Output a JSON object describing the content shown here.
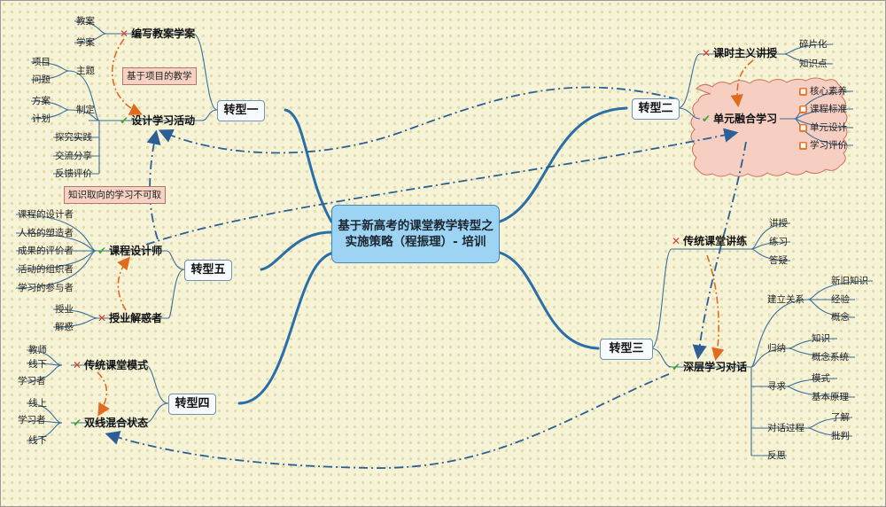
{
  "center": {
    "title": "基于新高考的课堂教学转型之实施策略（程振理）- 培训"
  },
  "colors": {
    "branch": "#2b6fa8",
    "dashed_link": "#2b5f95",
    "orange_link": "#e06a1e",
    "cross": "#e23a2e",
    "check": "#3aa63a",
    "cloud": "#f7cfc2"
  },
  "icons": {
    "cross": "cross-icon",
    "check": "check-icon",
    "number_badge": "number-badge-icon"
  },
  "t1": {
    "label": "转型一",
    "old": {
      "label": "编写教案学案",
      "items": [
        "教案",
        "学案"
      ]
    },
    "new": {
      "label": "设计学习活动",
      "callout": "基于项目的教学",
      "groups": [
        {
          "label": "主题",
          "items": [
            "项目",
            "问题"
          ]
        },
        {
          "label": "制定",
          "items": [
            "方案",
            "计划"
          ]
        }
      ],
      "items": [
        "探究实践",
        "交流分享",
        "反馈评价"
      ]
    }
  },
  "t2": {
    "label": "转型二",
    "old": {
      "label": "课时主义讲授",
      "items": [
        "碎片化",
        "知识点"
      ]
    },
    "new": {
      "label": "单元融合学习",
      "items": [
        "核心素养",
        "课程标准",
        "单元设计",
        "学习评价"
      ]
    }
  },
  "t3": {
    "label": "转型三",
    "old": {
      "label": "传统课堂讲练",
      "items": [
        "讲授",
        "练习",
        "答疑"
      ]
    },
    "new": {
      "label": "深层学习对话",
      "groups": [
        {
          "label": "建立关系",
          "items": [
            "新旧知识",
            "经验",
            "概念"
          ]
        },
        {
          "label": "归纳",
          "items": [
            "知识",
            "概念系统"
          ]
        },
        {
          "label": "寻求",
          "items": [
            "模式",
            "基本原理"
          ]
        },
        {
          "label": "对话过程",
          "items": [
            "了解",
            "批判"
          ]
        },
        {
          "label": "反思",
          "items": []
        }
      ]
    }
  },
  "t4": {
    "label": "转型四",
    "old": {
      "label": "传统课堂模式",
      "items": [
        "教师",
        "线下",
        "学习者"
      ]
    },
    "new": {
      "label": "双线混合状态",
      "items": [
        "线上",
        "学习者",
        "线下"
      ]
    }
  },
  "t5": {
    "label": "转型五",
    "new": {
      "label": "课程设计师",
      "callout": "知识取向的学习不可取",
      "items": [
        "课程的设计者",
        "人格的塑造者",
        "成果的评价者",
        "活动的组织者",
        "学习的参与者"
      ]
    },
    "old": {
      "label": "授业解惑者",
      "items": [
        "授业",
        "解惑"
      ]
    }
  }
}
